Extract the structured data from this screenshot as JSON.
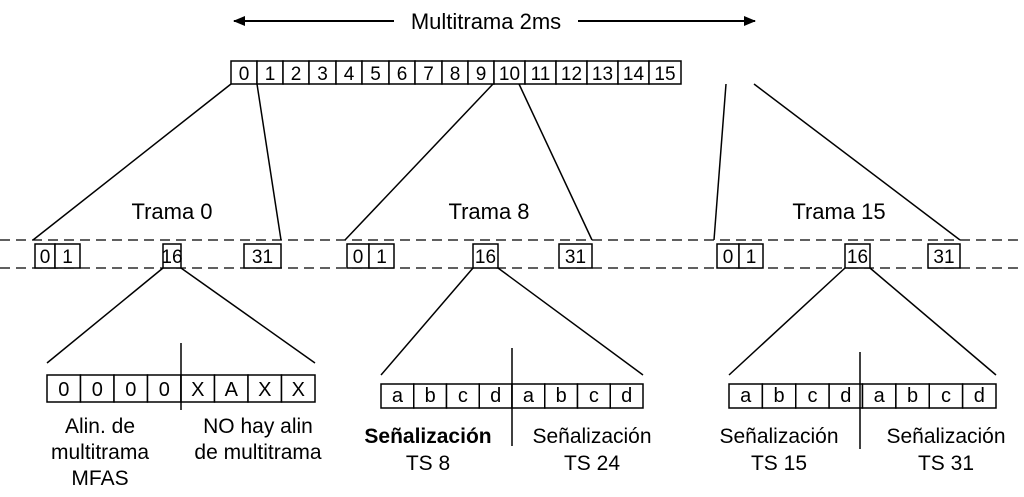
{
  "multiframe": {
    "label": "Multitrama 2ms",
    "frames": [
      "0",
      "1",
      "2",
      "3",
      "4",
      "5",
      "6",
      "7",
      "8",
      "9",
      "10",
      "11",
      "12",
      "13",
      "14",
      "15"
    ]
  },
  "expanded_frames": [
    {
      "title": "Trama 0",
      "slots": [
        "0",
        "1",
        "16",
        "31"
      ]
    },
    {
      "title": "Trama 8",
      "slots": [
        "0",
        "1",
        "16",
        "31"
      ]
    },
    {
      "title": "Trama 15",
      "slots": [
        "0",
        "1",
        "16",
        "31"
      ]
    }
  ],
  "slot16_details": [
    {
      "bits": [
        "0",
        "0",
        "0",
        "0",
        "X",
        "A",
        "X",
        "X"
      ],
      "left_caption": [
        "Alin. de",
        "multitrama",
        "MFAS"
      ],
      "right_caption": [
        "NO hay alin",
        "de multitrama"
      ]
    },
    {
      "bits": [
        "a",
        "b",
        "c",
        "d",
        "a",
        "b",
        "c",
        "d"
      ],
      "left_caption": [
        "Señalización",
        "TS 8"
      ],
      "right_caption": [
        "Señalización",
        "TS 24"
      ]
    },
    {
      "bits": [
        "a",
        "b",
        "c",
        "d",
        "a",
        "b",
        "c",
        "d"
      ],
      "left_caption": [
        "Señalización",
        "TS 15"
      ],
      "right_caption": [
        "Señalización",
        "TS 31"
      ]
    }
  ],
  "colors": {
    "line": "#000000",
    "background": "#ffffff"
  }
}
